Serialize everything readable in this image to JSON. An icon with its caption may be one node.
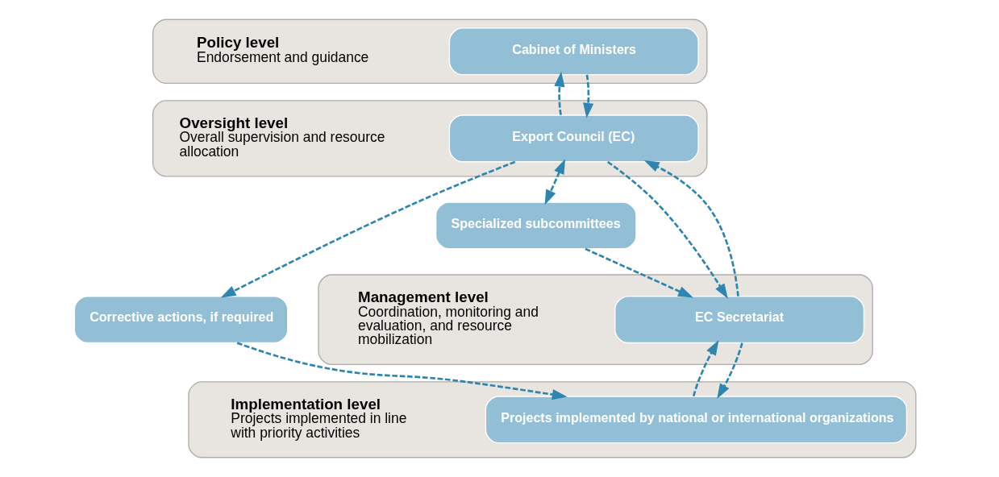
{
  "diagram": {
    "nodes": [
      {
        "text": [
          "Policy level",
          "Endorsement and guidance"
        ]
      },
      {
        "text": [
          "Cabinet of Ministers"
        ],
        "in": 0
      },
      {
        "text": [
          "Oversight level",
          "Overall supervision and resource allocation"
        ]
      },
      {
        "text": [
          "Export Council (EC)"
        ],
        "in": 2
      },
      {
        "text": [
          "Corrective actions, if required"
        ]
      },
      {
        "text": [
          "Specialized subcommittees"
        ]
      },
      {
        "text": [
          "Management level",
          "Coordination, monitoring and evaluation, and resource mobilization"
        ]
      },
      {
        "text": [
          "EC Secretariat"
        ],
        "in": 6
      },
      {
        "text": [
          "Implementation level",
          "Projects implemented in line with priority activities"
        ]
      },
      {
        "text": [
          "Projects implemented by national or international organizations"
        ],
        "in": 8
      }
    ],
    "edges": [
      {
        "from": 1,
        "to": 3,
        "arrow": "to",
        "style": "dashed"
      },
      {
        "from": 3,
        "to": 1,
        "arrow": "to",
        "style": "dashed"
      },
      {
        "from": 3,
        "to": 4,
        "arrow": "to",
        "style": "dashed"
      },
      {
        "from": 3,
        "to": 5,
        "arrow": "both",
        "style": "dashed"
      },
      {
        "from": 3,
        "to": 7,
        "arrow": "to",
        "style": "dashed"
      },
      {
        "from": 7,
        "to": 3,
        "arrow": "to",
        "style": "dashed"
      },
      {
        "from": 5,
        "to": 7,
        "arrow": "to",
        "style": "dashed"
      },
      {
        "from": 4,
        "to": 9,
        "arrow": "to",
        "style": "dashed"
      },
      {
        "from": 7,
        "to": 9,
        "arrow": "to",
        "style": "dashed"
      },
      {
        "from": 9,
        "to": 7,
        "arrow": "to",
        "style": "dashed"
      }
    ]
  }
}
